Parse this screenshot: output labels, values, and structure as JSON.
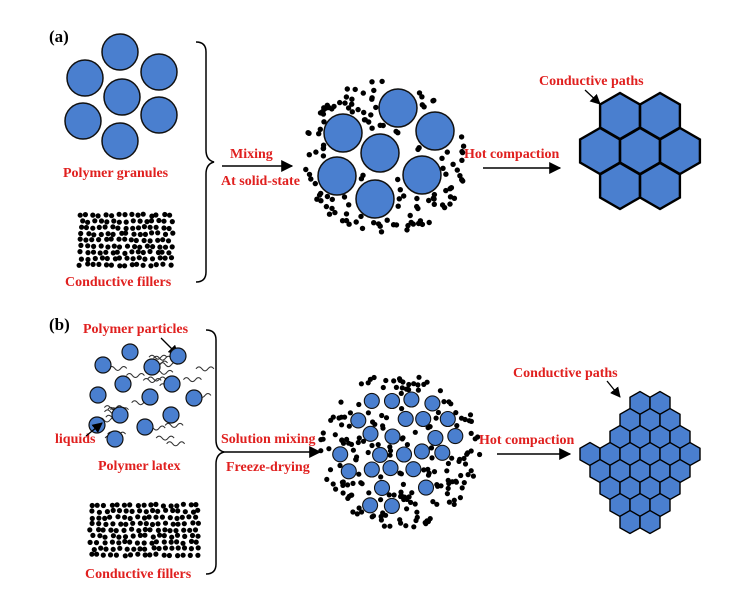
{
  "panels": {
    "a": {
      "label": "(a)",
      "polymer_label": "Polymer granules",
      "filler_label": "Conductive fillers",
      "mixing_top": "Mixing",
      "mixing_bottom": "At solid-state",
      "compaction_label": "Hot compaction",
      "paths_label": "Conductive paths"
    },
    "b": {
      "label": "(b)",
      "particles_label": "Polymer particles",
      "liquids_label": "liquids",
      "latex_label": "Polymer latex",
      "filler_label": "Conductive fillers",
      "mixing_top": "Solution mixing",
      "mixing_bottom": "Freeze-drying",
      "compaction_label": "Hot compaction",
      "paths_label": "Conductive paths"
    }
  },
  "colors": {
    "polymer_fill": "#4a7fcf",
    "outline": "#111111",
    "label_red": "#e0201f",
    "filler": "#000000"
  },
  "icons": [
    "arrow-right-icon",
    "bracket-icon",
    "wavy-liquid-icon"
  ]
}
